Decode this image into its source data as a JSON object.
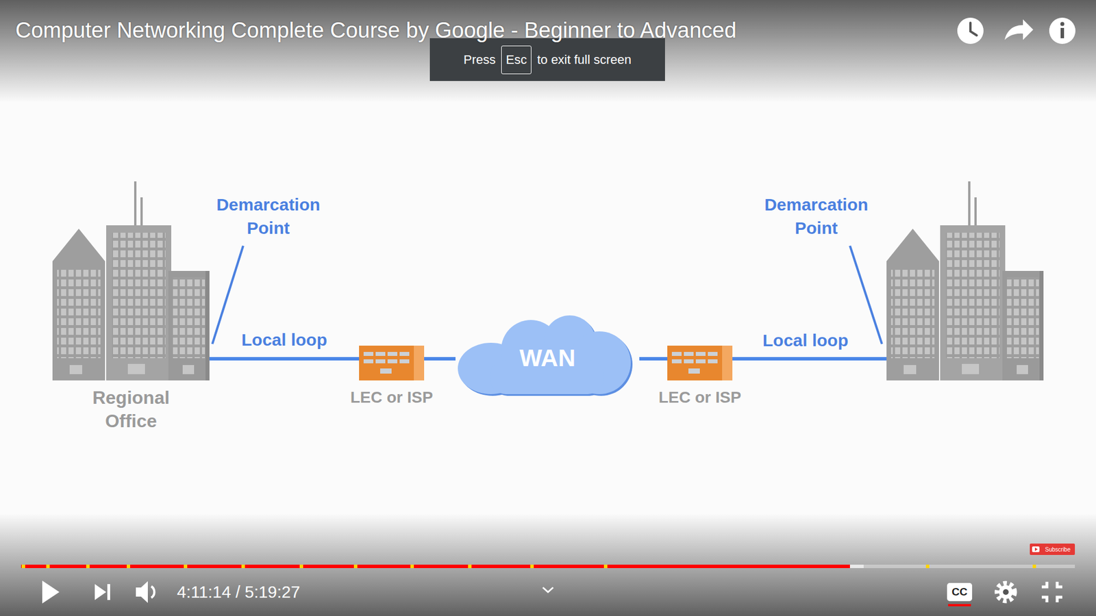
{
  "diagram": {
    "title": "Computer Networking Complete Course by Google - Beginner to Advanced",
    "nodes": [
      {
        "text": [
          "Regional Office"
        ]
      },
      {
        "text": [
          "LEC or ISP"
        ]
      },
      {
        "text": [
          "WAN"
        ]
      },
      {
        "text": [
          "LEC or ISP"
        ]
      }
    ],
    "edges": [
      {
        "from": 0,
        "to": 1,
        "label": "Local loop",
        "arrow": "none"
      },
      {
        "from": 1,
        "to": 2,
        "arrow": "none"
      },
      {
        "from": 2,
        "to": 3,
        "arrow": "none"
      }
    ],
    "labels": [
      "Press",
      "Esc",
      "to exit full screen",
      "Demarcation Point",
      "Demarcation Point",
      "Local loop",
      "Subscribe",
      "4:11:14 / 5:19:27",
      "CC"
    ]
  }
}
